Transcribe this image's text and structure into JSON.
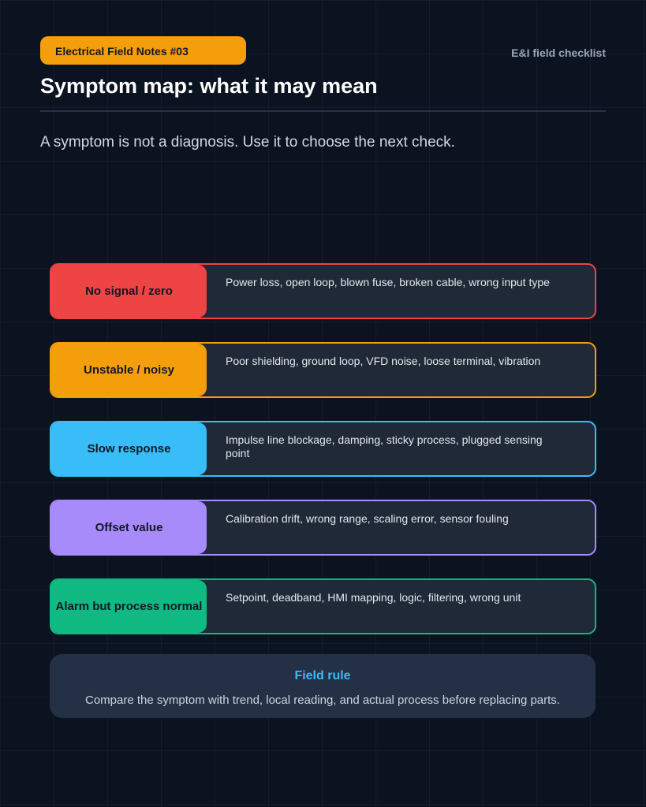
{
  "header": {
    "badge": "Electrical Field Notes #03",
    "checklist_label": "E&I field checklist",
    "title": "Symptom map: what it may mean",
    "subtitle": "A symptom is not a diagnosis. Use it to choose the next check."
  },
  "symptoms": [
    {
      "label": "No signal / zero",
      "description": "Power loss, open loop, blown fuse, broken cable, wrong input type",
      "color": "#ef4444"
    },
    {
      "label": "Unstable / noisy",
      "description": "Poor shielding, ground loop, VFD noise, loose terminal, vibration",
      "color": "#f59e0b"
    },
    {
      "label": "Slow response",
      "description": "Impulse line blockage, damping, sticky process, plugged sensing point",
      "color": "#38bdf8"
    },
    {
      "label": "Offset value",
      "description": "Calibration drift, wrong range, scaling error, sensor fouling",
      "color": "#a78bfa"
    },
    {
      "label": "Alarm but process normal",
      "description": "Setpoint, deadband, HMI mapping, logic, filtering, wrong unit",
      "color": "#10b981"
    }
  ],
  "field_rule": {
    "title": "Field rule",
    "text": "Compare the symptom with trend, local reading, and actual process before replacing parts."
  }
}
